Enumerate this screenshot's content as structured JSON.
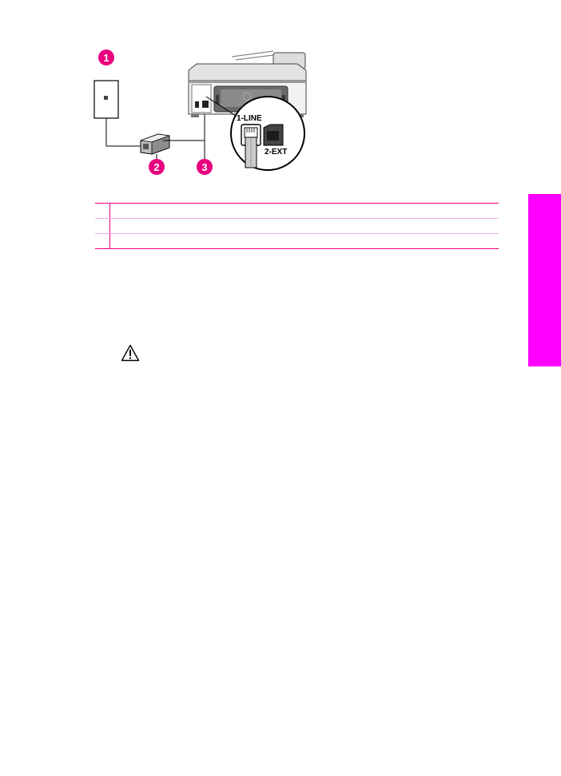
{
  "figure": {
    "callouts": [
      {
        "number": "1"
      },
      {
        "number": "2"
      },
      {
        "number": "3"
      }
    ],
    "port_labels": {
      "line": "1-LINE",
      "ext": "2-EXT"
    }
  },
  "colors": {
    "accent": "#e8007e",
    "side_tab": "#ff00ff"
  },
  "icons": {
    "caution": "caution-icon"
  }
}
